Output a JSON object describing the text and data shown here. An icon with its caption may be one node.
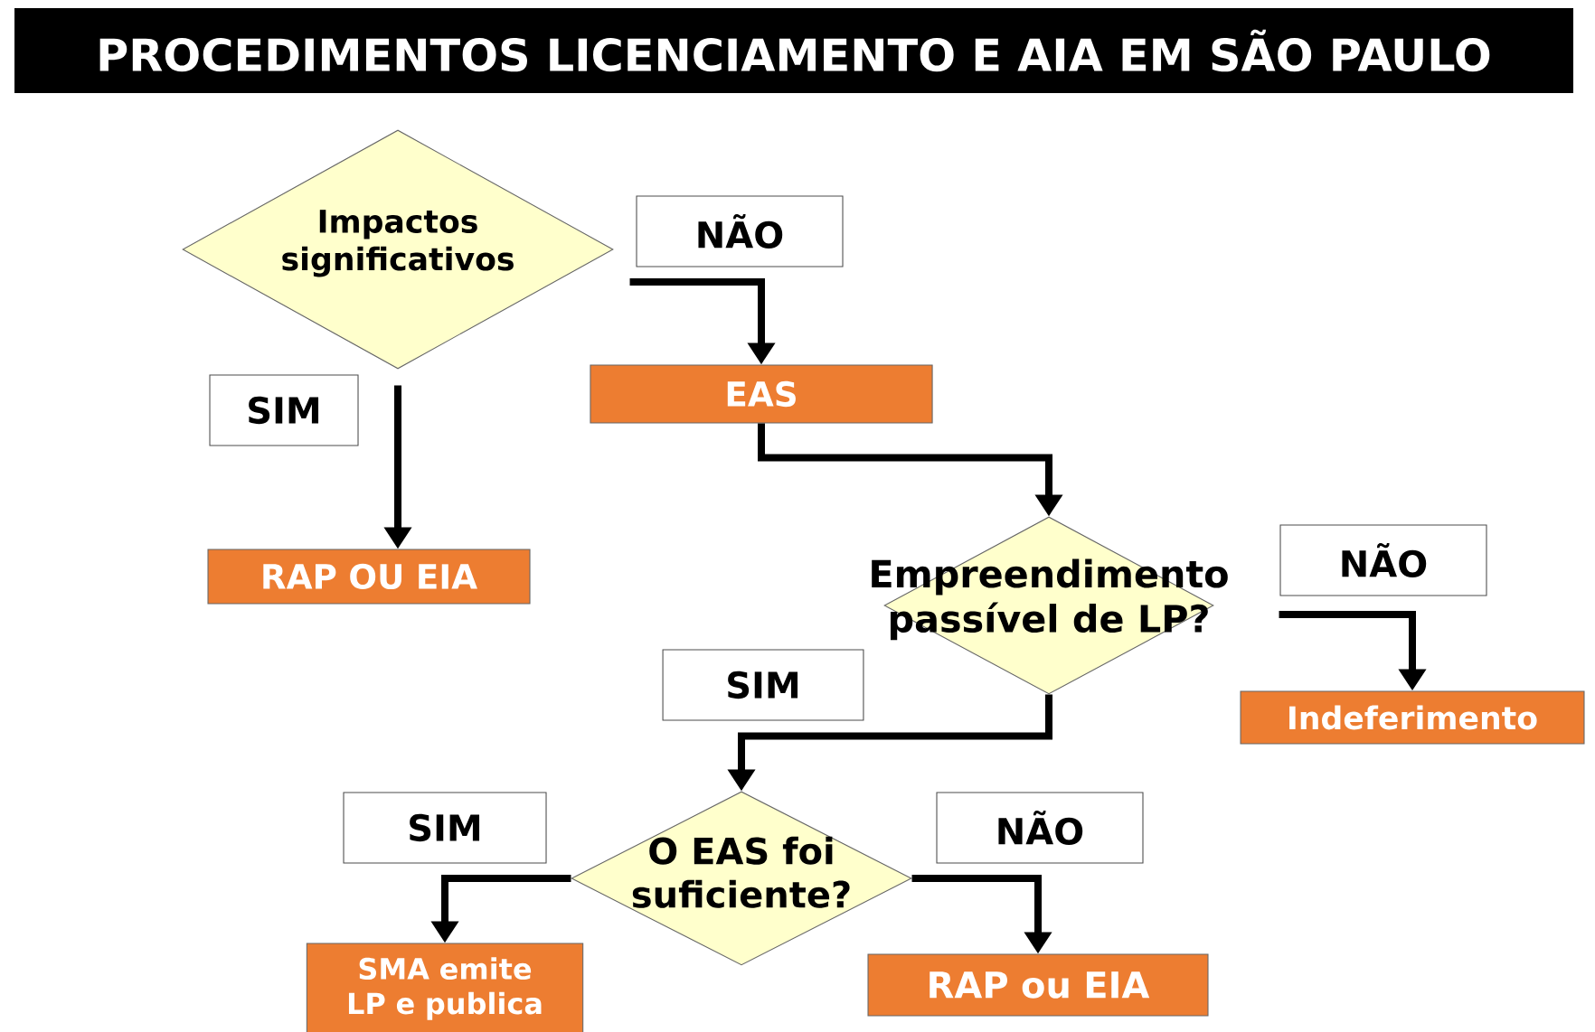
{
  "diagram": {
    "title": "PROCEDIMENTOS LICENCIAMENTO E AIA EM SÃO PAULO",
    "nodes": [
      {
        "text": [
          "Impactos significativos"
        ]
      },
      {
        "text": [
          "EAS"
        ]
      },
      {
        "text": [
          "RAP OU EIA"
        ]
      },
      {
        "text": [
          "Empreendimento passível de LP?"
        ]
      },
      {
        "text": [
          "Indeferimento"
        ]
      },
      {
        "text": [
          "O EAS foi suficiente?"
        ]
      },
      {
        "text": [
          "SMA emite LP e publica"
        ]
      },
      {
        "text": [
          "RAP ou EIA"
        ]
      }
    ],
    "edges": [
      {
        "from": 0,
        "to": 2,
        "arrow": "to",
        "label": "SIM"
      },
      {
        "from": 0,
        "to": 1,
        "arrow": "to",
        "label": "NÃO"
      },
      {
        "from": 1,
        "to": 3,
        "arrow": "to"
      },
      {
        "from": 3,
        "to": 4,
        "arrow": "to",
        "label": "NÃO"
      },
      {
        "from": 3,
        "to": 5,
        "arrow": "to",
        "label": "SIM"
      },
      {
        "from": 5,
        "to": 6,
        "arrow": "to",
        "label": "SIM"
      },
      {
        "from": 5,
        "to": 7,
        "arrow": "to",
        "label": "NÃO"
      }
    ]
  }
}
